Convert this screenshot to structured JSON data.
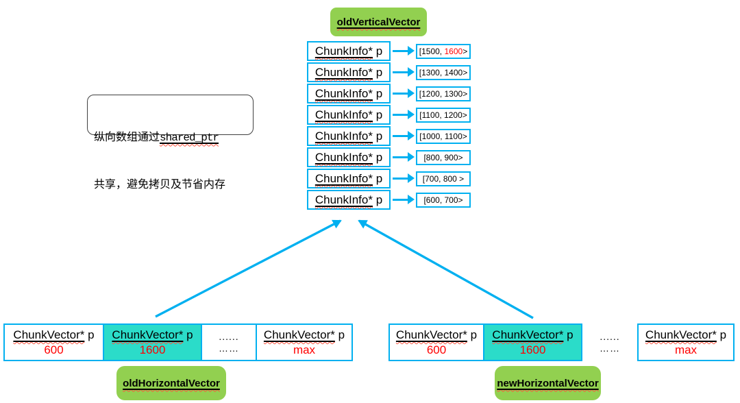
{
  "colors": {
    "accent_blue": "#00B0F0",
    "label_green": "#92D050",
    "highlight_cyan": "#2BDCC9",
    "value_red": "#FF0000"
  },
  "note": {
    "line1_prefix": "纵向数组通过",
    "line1_code": "shared_ptr",
    "line2": "共享，避免拷贝及节省内存"
  },
  "vertical_vector": {
    "label": "oldVerticalVector",
    "rows": [
      {
        "label_word": "ChunkInfo*",
        "label_suffix": " p",
        "range_pre": "[1500, ",
        "range_red": "1600",
        "range_post": ">"
      },
      {
        "label_word": "ChunkInfo*",
        "label_suffix": " p",
        "range_pre": "[1300, 1400>",
        "range_red": "",
        "range_post": ""
      },
      {
        "label_word": "ChunkInfo*",
        "label_suffix": " p",
        "range_pre": "[1200, 1300>",
        "range_red": "",
        "range_post": ""
      },
      {
        "label_word": "ChunkInfo*",
        "label_suffix": " p",
        "range_pre": "[1100, 1200>",
        "range_red": "",
        "range_post": ""
      },
      {
        "label_word": "ChunkInfo*",
        "label_suffix": " p",
        "range_pre": "[1000, 1100>",
        "range_red": "",
        "range_post": ""
      },
      {
        "label_word": "ChunkInfo*",
        "label_suffix": " p",
        "range_pre": "[800, 900>",
        "range_red": "",
        "range_post": ""
      },
      {
        "label_word": "ChunkInfo*",
        "label_suffix": " p",
        "range_pre": "[700, 800 >",
        "range_red": "",
        "range_post": ""
      },
      {
        "label_word": "ChunkInfo*",
        "label_suffix": " p",
        "range_pre": "[600, 700>",
        "range_red": "",
        "range_post": ""
      }
    ]
  },
  "old_horizontal_vector": {
    "label": "oldHorizontalVector",
    "cells": [
      {
        "word": "ChunkVector*",
        "suffix": " p",
        "value": "600"
      },
      {
        "word": "ChunkVector*",
        "suffix": " p",
        "value": "1600"
      },
      {
        "line1": "......",
        "line2": "……"
      },
      {
        "word": "ChunkVector*",
        "suffix": " p",
        "value": "max"
      }
    ]
  },
  "new_horizontal_vector": {
    "label": "newHorizontalVector",
    "cells": [
      {
        "word": "ChunkVector*",
        "suffix": " p",
        "value": "600"
      },
      {
        "word": "ChunkVector*",
        "suffix": " p",
        "value": "1600"
      },
      {
        "line1": "......",
        "line2": "……"
      },
      {
        "word": "ChunkVector*",
        "suffix": " p",
        "value": "max"
      }
    ]
  }
}
